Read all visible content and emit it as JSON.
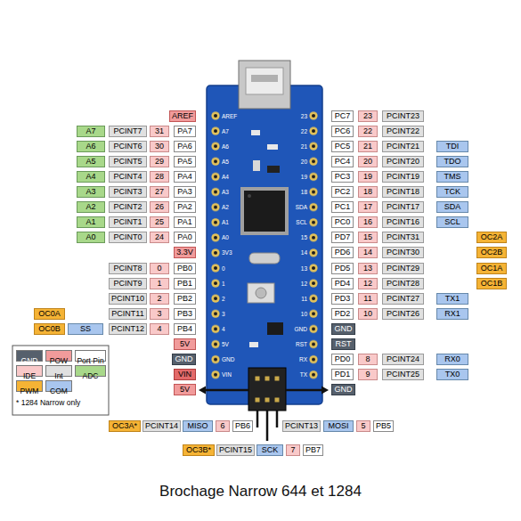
{
  "diagram": {
    "caption": "Brochage Narrow 644 et 1284",
    "labels": [
      "AREF",
      "A7",
      "PCINT7",
      "31",
      "PA7",
      "A6",
      "PCINT6",
      "30",
      "PA6",
      "A5",
      "PCINT5",
      "29",
      "PA5",
      "A4",
      "PCINT4",
      "28",
      "PA4",
      "A3",
      "PCINT3",
      "27",
      "PA3",
      "A2",
      "PCINT2",
      "26",
      "PA2",
      "A1",
      "PCINT1",
      "25",
      "PA1",
      "A0",
      "PCINT0",
      "24",
      "PA0",
      "3.3V",
      "PCINT8",
      "0",
      "PB0",
      "PCINT9",
      "1",
      "PB1",
      "PCINT10",
      "2",
      "PB2",
      "OC0A",
      "PCINT11",
      "3",
      "PB3",
      "OC0B",
      "SS",
      "PCINT12",
      "4",
      "PB4",
      "5V",
      "GND",
      "VIN",
      "5V",
      "PC7",
      "23",
      "PCINT23",
      "PC6",
      "22",
      "PCINT22",
      "PC5",
      "21",
      "PCINT21",
      "TDI",
      "PC4",
      "20",
      "PCINT20",
      "TDO",
      "PC3",
      "19",
      "PCINT19",
      "TMS",
      "PC2",
      "18",
      "PCINT18",
      "TCK",
      "PC1",
      "17",
      "PCINT17",
      "SDA",
      "PC0",
      "16",
      "PCINT16",
      "SCL",
      "PD7",
      "15",
      "PCINT31",
      "OC2A",
      "PD6",
      "14",
      "PCINT30",
      "OC2B",
      "PD5",
      "13",
      "PCINT29",
      "OC1A",
      "PD4",
      "12",
      "PCINT28",
      "OC1B",
      "PD3",
      "11",
      "PCINT27",
      "TX1",
      "PD2",
      "10",
      "PCINT26",
      "RX1",
      "GND",
      "RST",
      "PD0",
      "8",
      "PCINT24",
      "RX0",
      "PD1",
      "9",
      "PCINT25",
      "TX0",
      "GND",
      "OC3A*",
      "PCINT14",
      "MISO",
      "6",
      "PB6",
      "PCINT13",
      "MOSI",
      "5",
      "PB5",
      "OC3B*",
      "PCINT15",
      "SCK",
      "7",
      "PB7",
      "AREF",
      "A7",
      "A6",
      "A5",
      "A4",
      "A3",
      "A2",
      "A1",
      "A0",
      "3V3",
      "0",
      "1",
      "2",
      "3",
      "4",
      "5V",
      "GND",
      "VIN",
      "23",
      "22",
      "21",
      "20",
      "19",
      "18",
      "SDA",
      "SCL",
      "15",
      "14",
      "13",
      "12",
      "11",
      "10",
      "GND",
      "RST",
      "RX",
      "TX",
      "* 1284 Narrow only"
    ],
    "legend": [
      {
        "text": "GND",
        "color": "#56606c"
      },
      {
        "text": "POW",
        "color": "#f19b9b"
      },
      {
        "text": "Port Pin",
        "color": "#ffffff"
      },
      {
        "text": "IDE",
        "color": "#f9c9c9"
      },
      {
        "text": "Int",
        "color": "#e0e0e0"
      },
      {
        "text": "ADC",
        "color": "#a8d88a"
      },
      {
        "text": "PWM",
        "color": "#f5b335"
      },
      {
        "text": "COM",
        "color": "#a9c6ee"
      }
    ]
  }
}
